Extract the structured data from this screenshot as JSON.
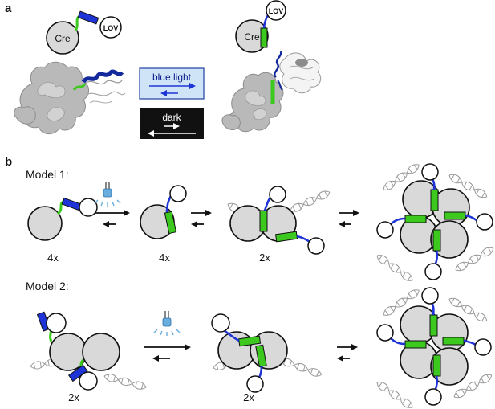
{
  "panel_a": {
    "label": "a",
    "cre_left": "Cre",
    "lov_left": "LOV",
    "cre_right": "Cre",
    "lov_right": "LOV",
    "light_box": {
      "label": "blue light",
      "fill": "#cfe4f7",
      "border": "#1f3fa0",
      "text_color": "#0a1a8c"
    },
    "dark_box": {
      "label": "dark",
      "fill": "#111111",
      "text_color": "#ffffff"
    }
  },
  "panel_b": {
    "label": "b",
    "model1": {
      "title": "Model 1:",
      "counts": [
        "4x",
        "4x",
        "2x"
      ]
    },
    "model2": {
      "title": "Model 2:",
      "counts": [
        "2x",
        "2x"
      ]
    }
  },
  "colors": {
    "jalpha_green": "#3cc81e",
    "linker_blue": "#1e34d6",
    "lov_helix_dark_blue": "#142a9c",
    "protein_gray": "#d9d9d9",
    "light_rays": "#6aaee0"
  }
}
